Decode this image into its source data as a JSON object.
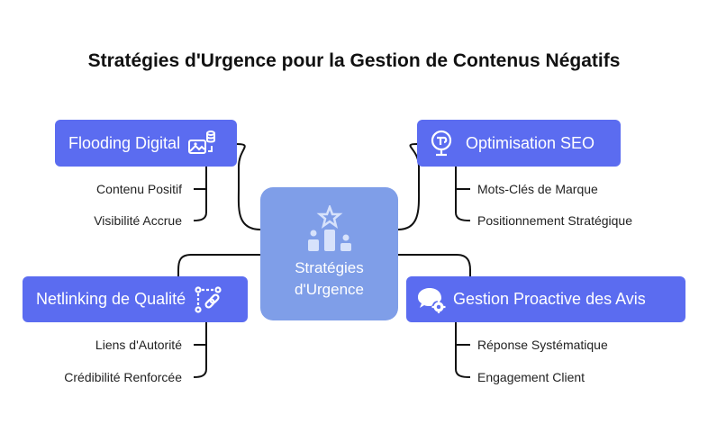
{
  "title": "Stratégies d'Urgence pour la Gestion de Contenus Négatifs",
  "center": {
    "line1": "Stratégies",
    "line2": "d'Urgence",
    "icon": "podium-star-icon"
  },
  "branches": [
    {
      "label": "Flooding Digital",
      "icon": "image-database-icon",
      "leaves": [
        "Contenu Positif",
        "Visibilité Accrue"
      ]
    },
    {
      "label": "Optimisation SEO",
      "icon": "seo-magnifier-icon",
      "leaves": [
        "Mots-Clés de Marque",
        "Positionnement Stratégique"
      ]
    },
    {
      "label": "Netlinking de Qualité",
      "icon": "link-nodes-icon",
      "leaves": [
        "Liens d'Autorité",
        "Crédibilité Renforcée"
      ]
    },
    {
      "label": "Gestion Proactive des Avis",
      "icon": "chat-gear-icon",
      "leaves": [
        "Réponse Systématique",
        "Engagement Client"
      ]
    }
  ],
  "colors": {
    "node": "#5b6cf0",
    "center": "#7f9ee8",
    "lines": "#111111"
  }
}
